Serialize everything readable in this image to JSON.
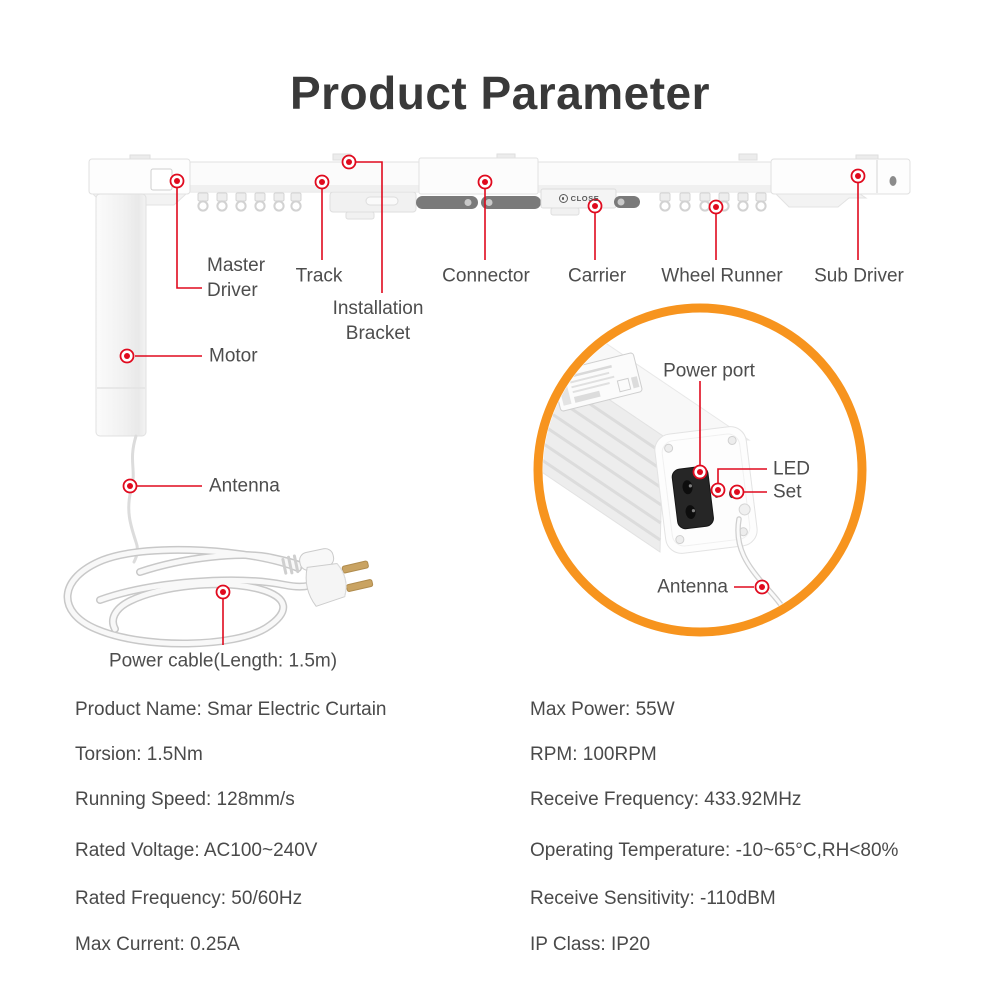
{
  "title": "Product Parameter",
  "colors": {
    "accent_red": "#e00a1e",
    "accent_orange": "#f7941e",
    "text": "#4d4d4d",
    "title_text": "#393939"
  },
  "diagram": {
    "callouts": {
      "master_driver": "Master Driver",
      "track": "Track",
      "installation_bracket": "Installation Bracket",
      "connector": "Connector",
      "carrier": "Carrier",
      "wheel_runner": "Wheel Runner",
      "sub_driver": "Sub Driver",
      "motor": "Motor",
      "antenna": "Antenna"
    },
    "carrier_marking": "CLOSE",
    "inset": {
      "power_port": "Power port",
      "led": "LED",
      "set": "Set",
      "antenna": "Antenna"
    },
    "power_cable_label": "Power cable(Length: 1.5m)"
  },
  "specs": {
    "left": [
      "Product Name: Smar Electric Curtain",
      "Torsion: 1.5Nm",
      "Running Speed: 128mm/s",
      "Rated Voltage: AC100~240V",
      "Rated Frequency: 50/60Hz",
      "Max Current: 0.25A"
    ],
    "right": [
      "Max Power: 55W",
      "RPM: 100RPM",
      "Receive Frequency: 433.92MHz",
      "Operating Temperature: -10~65°C,RH<80%",
      "Receive Sensitivity: -110dBM",
      "IP Class: IP20"
    ]
  }
}
